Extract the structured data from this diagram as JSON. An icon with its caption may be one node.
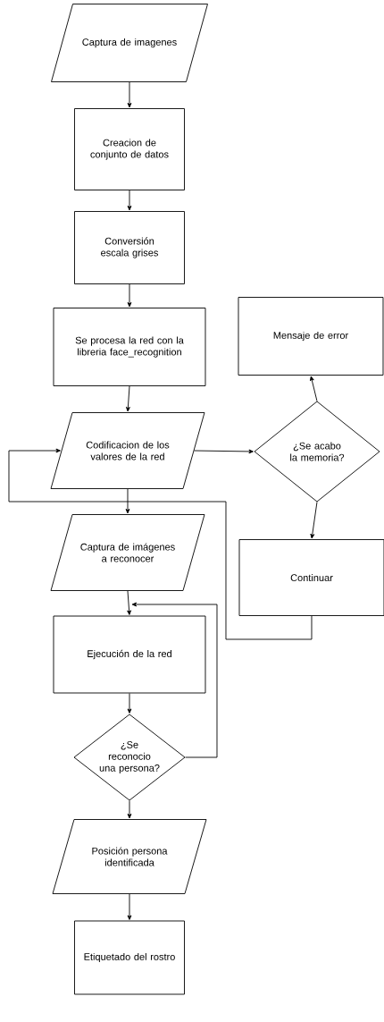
{
  "diagram": {
    "nodes": [
      {
        "text": [
          "Captura de imagenes"
        ]
      },
      {
        "text": [
          "Creacion de conjunto de datos"
        ]
      },
      {
        "text": [
          "Conversión escala grises"
        ]
      },
      {
        "text": [
          "Se procesa la red con la libreria face_recognition"
        ]
      },
      {
        "text": [
          "Codificacion de los valores de la red"
        ]
      },
      {
        "text": [
          "Mensaje de error"
        ]
      },
      {
        "text": [
          "¿Se acabo la memoria?"
        ]
      },
      {
        "text": [
          "Continuar"
        ]
      },
      {
        "text": [
          "Captura de imágenes a reconocer"
        ]
      },
      {
        "text": [
          "Ejecución de la red"
        ]
      },
      {
        "text": [
          "¿Se reconocio una persona?"
        ]
      },
      {
        "text": [
          "Posición persona identificada"
        ]
      },
      {
        "text": [
          "Etiquetado del rostro"
        ]
      }
    ],
    "edges": [
      {
        "from": 0,
        "to": 1,
        "arrow": "to"
      },
      {
        "from": 1,
        "to": 2,
        "arrow": "to"
      },
      {
        "from": 2,
        "to": 3,
        "arrow": "to"
      },
      {
        "from": 3,
        "to": 4,
        "arrow": "to"
      },
      {
        "from": 4,
        "to": 6,
        "arrow": "to"
      },
      {
        "from": 6,
        "to": 5,
        "arrow": "to"
      },
      {
        "from": 6,
        "to": 7,
        "arrow": "to"
      },
      {
        "from": 4,
        "to": 8,
        "arrow": "to"
      },
      {
        "from": 7,
        "to": 4,
        "arrow": "to"
      },
      {
        "from": 8,
        "to": 9,
        "arrow": "to"
      },
      {
        "from": 9,
        "to": 10,
        "arrow": "to"
      },
      {
        "from": 10,
        "to": 9,
        "arrow": "to"
      },
      {
        "from": 10,
        "to": 11,
        "arrow": "to"
      },
      {
        "from": 11,
        "to": 12,
        "arrow": "to"
      }
    ]
  }
}
